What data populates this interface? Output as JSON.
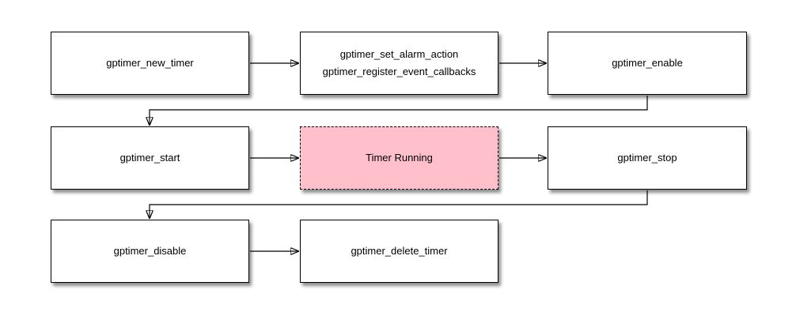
{
  "diagram": {
    "description": "GPTimer API flowchart",
    "colors": {
      "node_fill": "#ffffff",
      "node_border": "#000000",
      "state_fill": "#ffc0cb",
      "arrow": "#000000",
      "background": "#ffffff"
    },
    "nodes": [
      {
        "id": "new-timer",
        "label": "gptimer_new_timer"
      },
      {
        "id": "setup",
        "lines": [
          "gptimer_set_alarm_action",
          "gptimer_register_event_callbacks"
        ]
      },
      {
        "id": "enable",
        "label": "gptimer_enable"
      },
      {
        "id": "start",
        "label": "gptimer_start"
      },
      {
        "id": "timer-running",
        "label": "Timer Running"
      },
      {
        "id": "stop",
        "label": "gptimer_stop"
      },
      {
        "id": "disable",
        "label": "gptimer_disable"
      },
      {
        "id": "delete-timer",
        "label": "gptimer_delete_timer"
      }
    ],
    "edges": [
      {
        "from": "new-timer",
        "to": "setup"
      },
      {
        "from": "setup",
        "to": "enable"
      },
      {
        "from": "enable",
        "to": "start"
      },
      {
        "from": "start",
        "to": "timer-running"
      },
      {
        "from": "timer-running",
        "to": "stop"
      },
      {
        "from": "stop",
        "to": "disable"
      },
      {
        "from": "disable",
        "to": "delete-timer"
      }
    ]
  }
}
